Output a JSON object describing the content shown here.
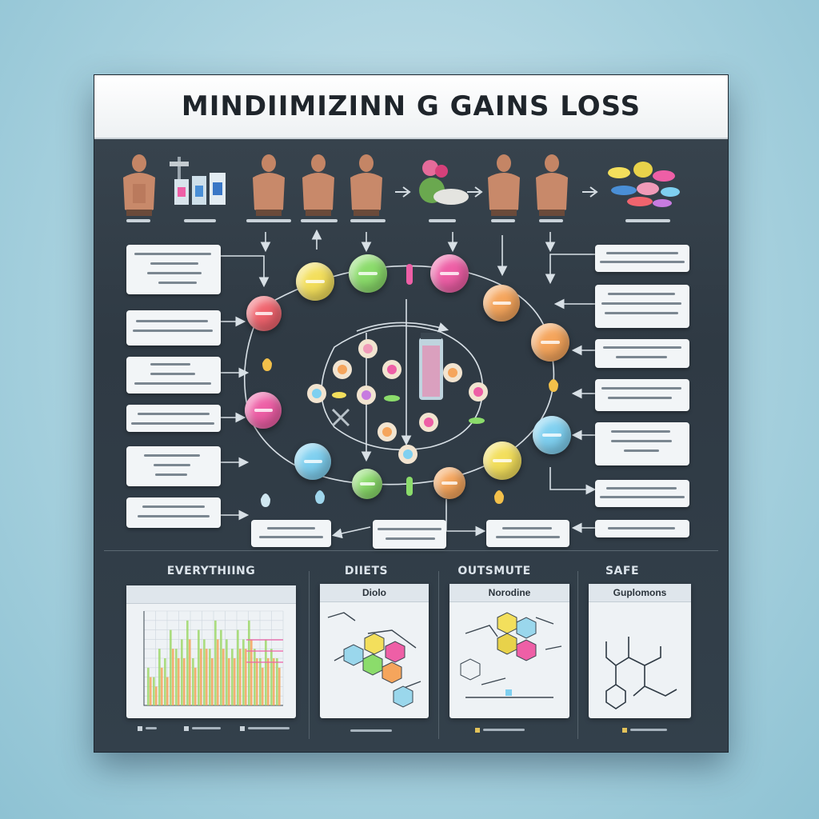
{
  "header": {
    "title": "MINDIIMIZINN G GAINS LOSS"
  },
  "panels": [
    {
      "title": "EVERYTHIING",
      "header_label": ""
    },
    {
      "title": "DIIETS",
      "header_label": "Diolo"
    },
    {
      "title": "OUTSMUTE",
      "header_label": "Norodine"
    },
    {
      "title": "SAFE",
      "header_label": "Guplomons"
    }
  ],
  "colors": {
    "pink": "#ee5fa6",
    "yellow": "#f3df5c",
    "green": "#8bdc6b",
    "blue": "#7fd0f0",
    "orange": "#f5a55c",
    "red": "#f0646e"
  },
  "icons": {
    "figure": "muscular-man-icon",
    "bottles": "supplement-bottles-icon",
    "plants": "plants-icon",
    "pills": "pills-pile-icon"
  },
  "chart_data": {
    "type": "bar",
    "title": "",
    "series": [
      {
        "values": [
          4,
          3,
          6,
          5,
          8,
          6,
          7,
          9,
          5,
          8,
          7,
          6,
          9,
          8,
          7,
          6,
          8,
          7,
          9,
          6,
          5,
          7,
          6,
          5
        ]
      },
      {
        "values": [
          3,
          2,
          4,
          3,
          6,
          5,
          5,
          7,
          4,
          6,
          6,
          5,
          7,
          6,
          5,
          5,
          6,
          6,
          7,
          5,
          4,
          5,
          5,
          4
        ]
      }
    ],
    "ylim": [
      0,
      10
    ]
  }
}
